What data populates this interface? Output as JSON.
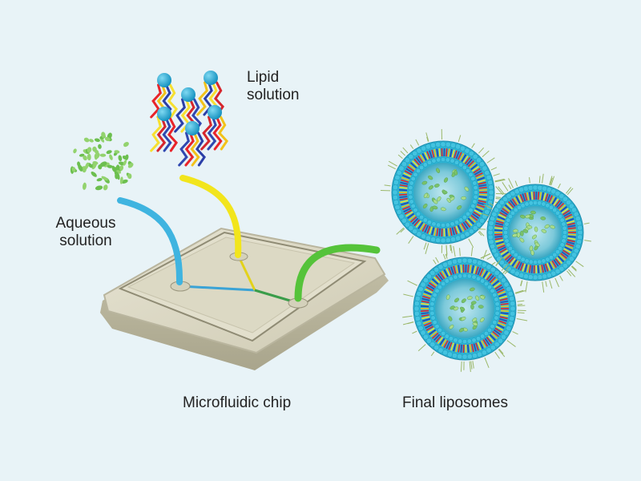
{
  "labels": {
    "lipid_solution": [
      "Lipid",
      "solution"
    ],
    "aqueous_solution": [
      "Aqueous",
      "solution"
    ],
    "microfluidic_chip": "Microfluidic chip",
    "final_liposomes": "Final liposomes"
  },
  "colors": {
    "background": "#e8f3f7",
    "aqueous_channel": "#3fb4e0",
    "lipid_channel": "#f2e51c",
    "output_channel": "#55c33a",
    "chip": "#d9d6c2",
    "lipid_head": "#1aa9d6",
    "liposome_shell": "#2bb3d3",
    "drug_particles": "#7ac26a"
  },
  "icons": [
    "aqueous-particle-cluster-icon",
    "lipid-molecule-cluster-icon",
    "microfluidic-chip-icon",
    "liposome-icon"
  ]
}
